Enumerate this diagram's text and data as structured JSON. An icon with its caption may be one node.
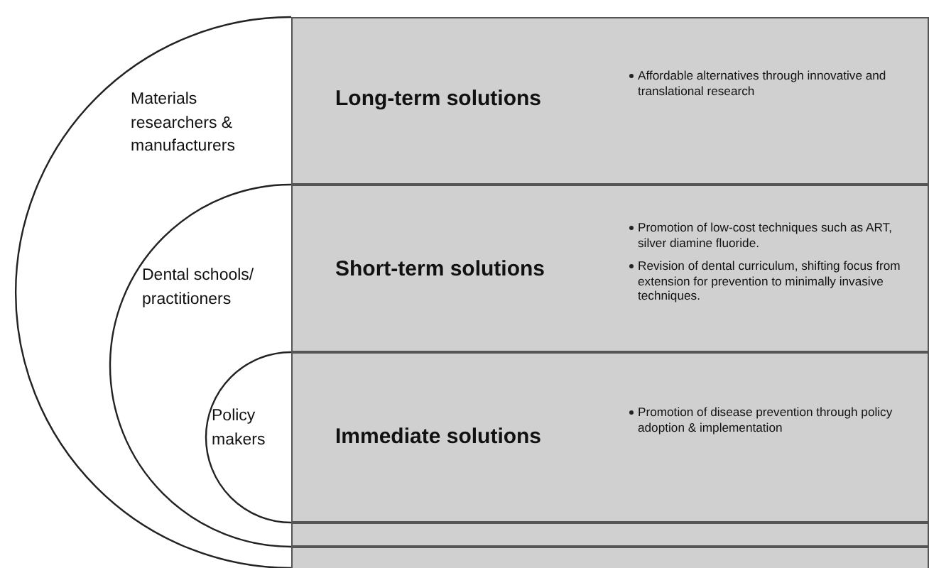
{
  "diagram": {
    "nodes": [
      {
        "text": [
          "Materials researchers & manufacturers"
        ]
      },
      {
        "text": [
          "Dental schools/ practitioners"
        ],
        "in": 0
      },
      {
        "text": [
          "Policy makers"
        ],
        "in": 1
      },
      {
        "text": [
          "Long-term solutions",
          "Affordable alternatives through innovative and translational research"
        ]
      },
      {
        "text": [
          "Short-term solutions",
          "Promotion of low-cost techniques such as ART, silver diamine fluoride.",
          "Revision of dental curriculum, shifting focus from extension for prevention to minimally invasive techniques."
        ]
      },
      {
        "text": [
          "Immediate solutions",
          "Promotion of disease prevention through policy adoption & implementation"
        ]
      },
      {
        "text": [],
        "shape": "box"
      },
      {
        "text": [],
        "shape": "box"
      }
    ]
  }
}
